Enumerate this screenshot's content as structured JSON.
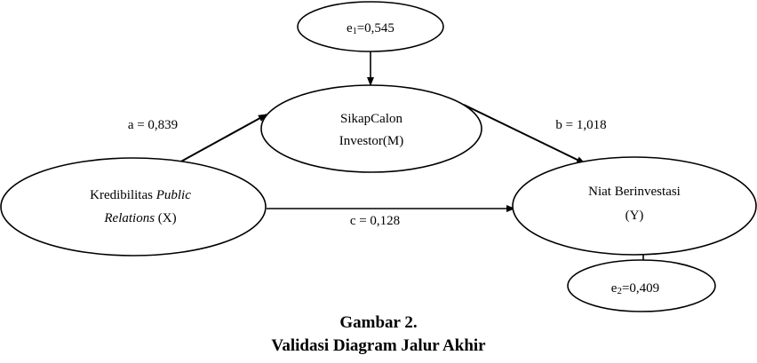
{
  "nodes": {
    "e1": {
      "label_base": "e",
      "label_sub": "1",
      "label_rest": "=0,545"
    },
    "m": {
      "line1": "SikapCalon",
      "line2": "Investor(M)"
    },
    "x": {
      "line1_text": "Kredibilitas ",
      "line1_italic": "Public",
      "line2_italic": "Relations",
      "line2_text": " (X)"
    },
    "y": {
      "line1": "Niat Berinvestasi",
      "line2": "(Y)"
    },
    "e2": {
      "label_base": "e",
      "label_sub": "2",
      "label_rest": "=0,409"
    }
  },
  "paths": {
    "a": "a = 0,839",
    "b": "b = 1,018",
    "c": "c = 0,128"
  },
  "caption": {
    "line1": "Gambar  2.",
    "line2": "Validasi  Diagram  Jalur  Akhir"
  }
}
